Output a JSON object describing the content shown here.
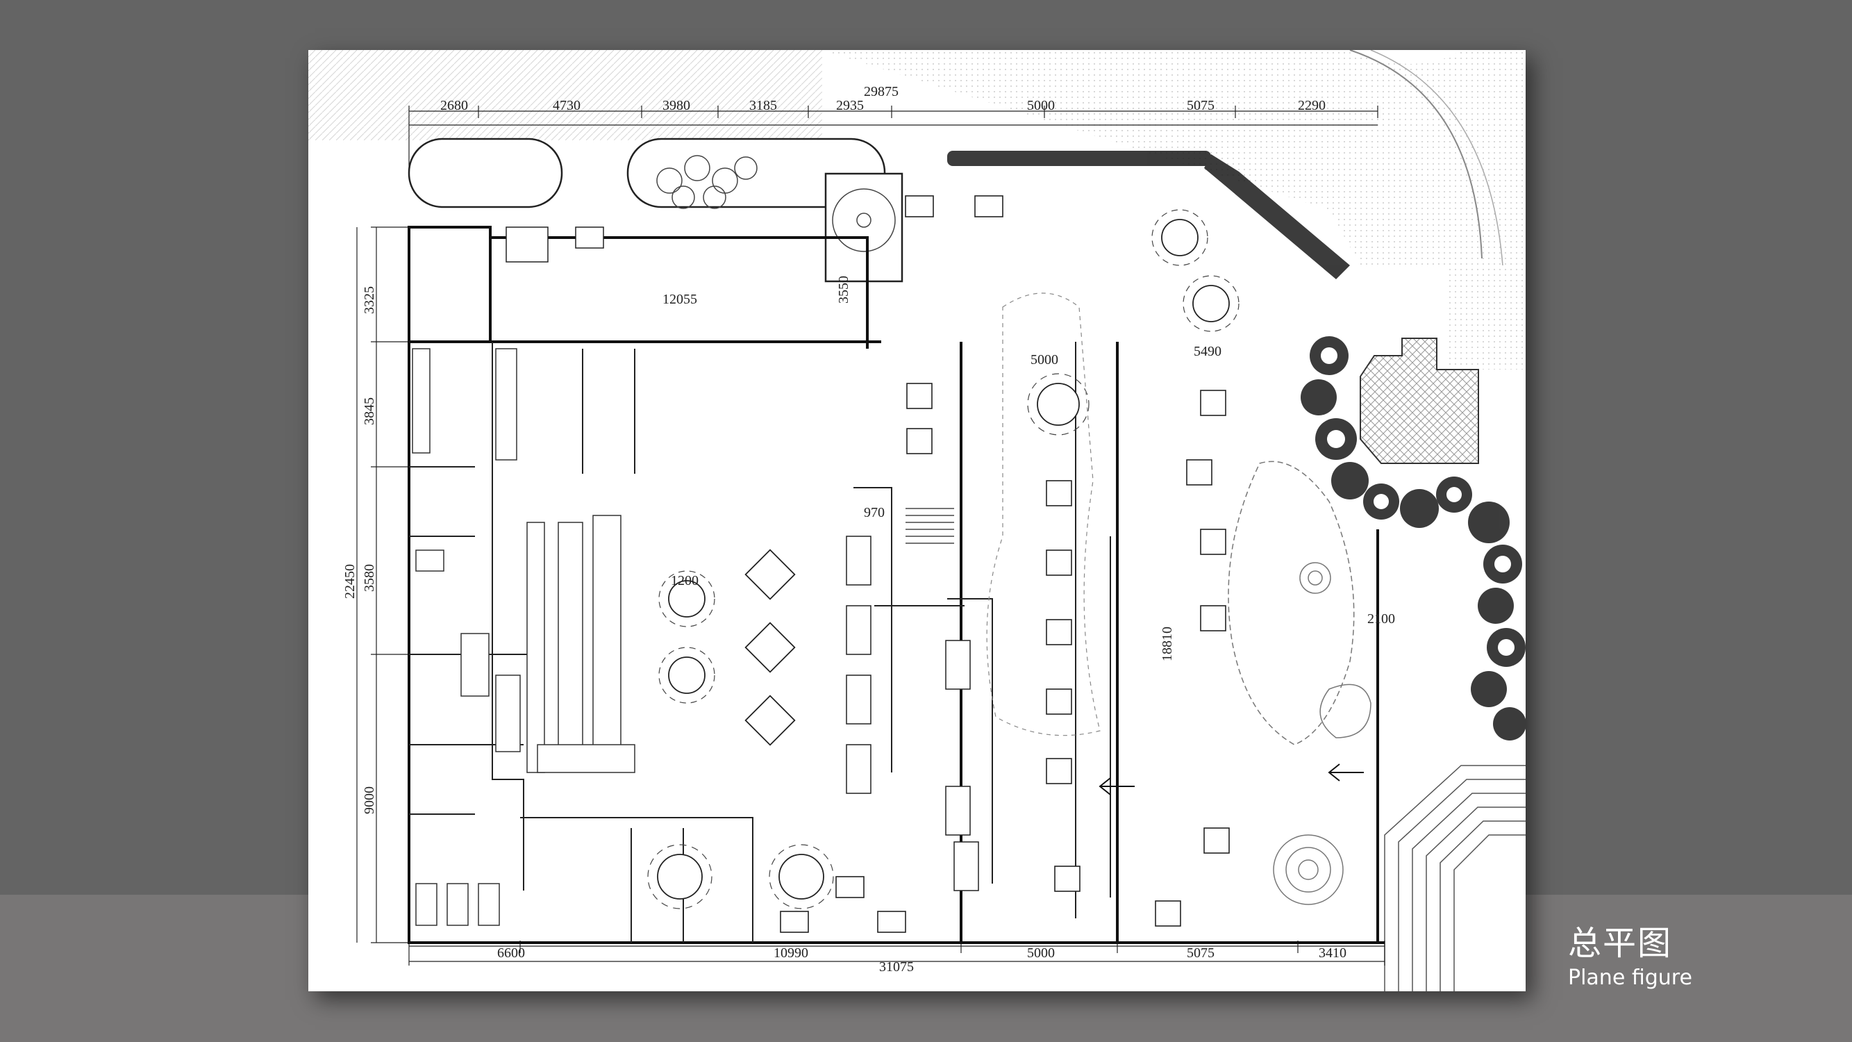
{
  "caption": {
    "title_cn": "总平图",
    "title_en": "Plane figure"
  },
  "plan": {
    "top_dimensions": [
      "2680",
      "4730",
      "3980",
      "3185",
      "2935",
      "5000",
      "5075",
      "2290"
    ],
    "top_total": "29875",
    "bottom_dimensions": [
      "6600",
      "10990",
      "5000",
      "5075",
      "3410"
    ],
    "bottom_total": "31075",
    "left_dimensions": [
      "3325",
      "3845",
      "3580",
      "9000"
    ],
    "left_total": "22450",
    "inner_dimensions": [
      "12055",
      "3550",
      "5000",
      "5490",
      "1200",
      "970",
      "18810",
      "2100"
    ]
  },
  "colors": {
    "background": "#646464",
    "band": "#787676",
    "sheet": "#ffffff",
    "line": "#222222"
  }
}
